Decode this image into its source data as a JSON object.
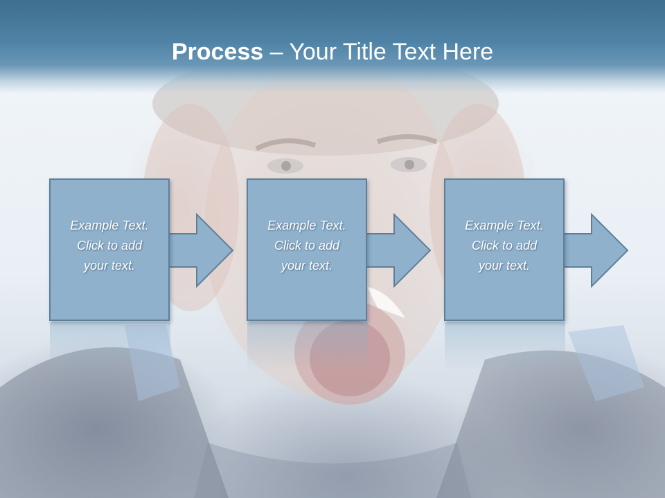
{
  "slide": {
    "title_bold": "Process",
    "title_rest": " – Your Title Text Here",
    "header_color": "#4f83a6",
    "box_color": "#8fb1cc",
    "border_color": "#5f7f99"
  },
  "steps": [
    {
      "line1": "Example Text.",
      "line2": "Click  to add",
      "line3": "your text."
    },
    {
      "line1": "Example Text.",
      "line2": "Click  to add",
      "line3": "your text."
    },
    {
      "line1": "Example Text.",
      "line2": "Click  to add",
      "line3": "your text."
    }
  ],
  "icons": [
    "arrow-right-icon",
    "arrow-right-icon",
    "arrow-right-icon"
  ]
}
